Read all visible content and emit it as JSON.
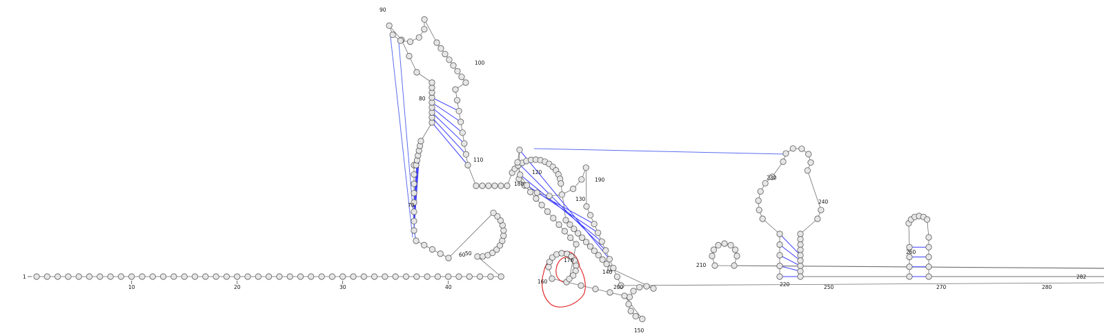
{
  "diagram": {
    "sequence_length": 282,
    "number_labels": [
      "1",
      "10",
      "20",
      "30",
      "40",
      "50",
      "60",
      "70",
      "80",
      "90",
      "100",
      "110",
      "120",
      "130",
      "140",
      "150",
      "160",
      "170",
      "180",
      "190",
      "200",
      "210",
      "220",
      "230",
      "240",
      "250",
      "260",
      "270",
      "280",
      "282"
    ],
    "colors": {
      "nucleotide_fill": "#e6e6e6",
      "nucleotide_stroke": "#5a5a5a",
      "base_pair": "#3a3aff",
      "pseudoknot": "#5a6cf0",
      "highlight": "#e01818"
    }
  }
}
